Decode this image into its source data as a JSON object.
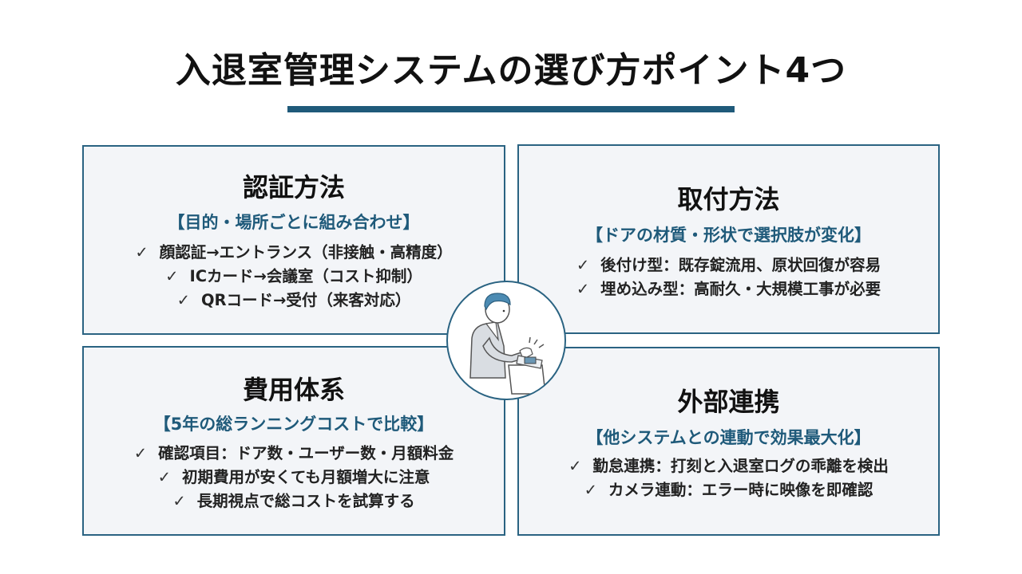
{
  "title": "入退室管理システムの選び方ポイント4つ",
  "cards": [
    {
      "title": "認証方法",
      "subtitle": "【目的・場所ごとに組み合わせ】",
      "items": [
        "顔認証→エントランス（非接触・高精度）",
        "ICカード→会議室（コスト抑制）",
        "QRコード→受付（来客対応）"
      ]
    },
    {
      "title": "取付方法",
      "subtitle": "【ドアの材質・形状で選択肢が変化】",
      "items": [
        "後付け型：既存錠流用、原状回復が容易",
        "埋め込み型：高耐久・大規模工事が必要"
      ]
    },
    {
      "title": "費用体系",
      "subtitle": "【5年の総ランニングコストで比較】",
      "items": [
        "確認項目：ドア数・ユーザー数・月額料金",
        "初期費用が安くても月額増大に注意",
        "長期視点で総コストを試算する"
      ]
    },
    {
      "title": "外部連携",
      "subtitle": "【他システムとの連動で効果最大化】",
      "items": [
        "勤怠連携：打刻と入退室ログの乖離を検出",
        "カメラ連動：エラー時に映像を即確認"
      ]
    }
  ],
  "check_mark": "✓",
  "colors": {
    "accent": "#1f5a7a",
    "card_bg": "#f3f5f8",
    "border": "#2a6382"
  },
  "illustration_icon": "person-using-access-terminal-icon"
}
